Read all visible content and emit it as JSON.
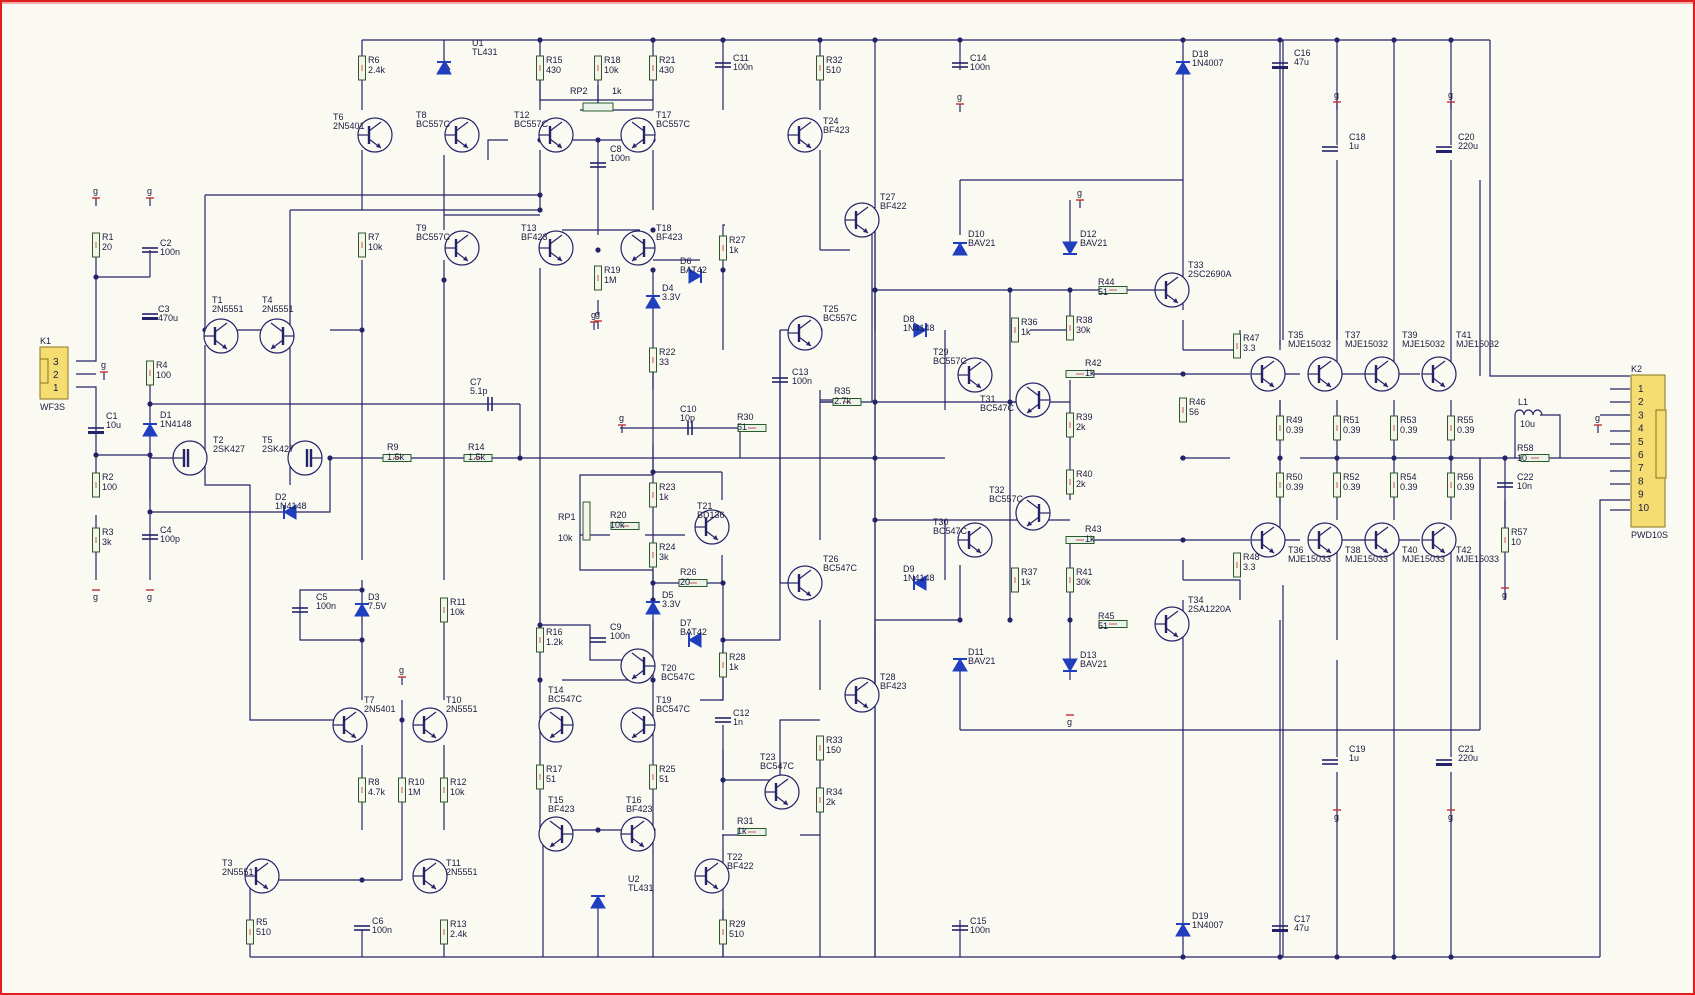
{
  "border_color": "#e02020",
  "wire_color": "#23236a",
  "diode_color": "#1f3fbf",
  "connectors": {
    "k1": {
      "ref": "K1",
      "type": "WF3S",
      "pins": [
        "3",
        "2",
        "1"
      ]
    },
    "k2": {
      "ref": "K2",
      "type": "PWD10S",
      "pins": [
        "1",
        "2",
        "3",
        "4",
        "5",
        "6",
        "7",
        "8",
        "9",
        "10"
      ]
    }
  },
  "ground_label": "g",
  "resistors": [
    {
      "ref": "R1",
      "value": "20"
    },
    {
      "ref": "R2",
      "value": "100"
    },
    {
      "ref": "R3",
      "value": "3k"
    },
    {
      "ref": "R4",
      "value": "100"
    },
    {
      "ref": "R5",
      "value": "510"
    },
    {
      "ref": "R6",
      "value": "2.4k"
    },
    {
      "ref": "R7",
      "value": "10k"
    },
    {
      "ref": "R8",
      "value": "4.7k"
    },
    {
      "ref": "R9",
      "value": "1.5k"
    },
    {
      "ref": "R10",
      "value": "1M"
    },
    {
      "ref": "R11",
      "value": "10k"
    },
    {
      "ref": "R12",
      "value": "10k"
    },
    {
      "ref": "R13",
      "value": "2.4k"
    },
    {
      "ref": "R14",
      "value": "1.5k"
    },
    {
      "ref": "R15",
      "value": "430"
    },
    {
      "ref": "R16",
      "value": "1.2k"
    },
    {
      "ref": "R17",
      "value": "51"
    },
    {
      "ref": "R18",
      "value": "10k"
    },
    {
      "ref": "R19",
      "value": "1M"
    },
    {
      "ref": "R20",
      "value": "10k"
    },
    {
      "ref": "R21",
      "value": "430"
    },
    {
      "ref": "R22",
      "value": "33"
    },
    {
      "ref": "R23",
      "value": "1k"
    },
    {
      "ref": "R24",
      "value": "3k"
    },
    {
      "ref": "R25",
      "value": "51"
    },
    {
      "ref": "R26",
      "value": "20"
    },
    {
      "ref": "R27",
      "value": "1k"
    },
    {
      "ref": "R28",
      "value": "1k"
    },
    {
      "ref": "R29",
      "value": "510"
    },
    {
      "ref": "R30",
      "value": "51"
    },
    {
      "ref": "R31",
      "value": "1k"
    },
    {
      "ref": "R32",
      "value": "510"
    },
    {
      "ref": "R33",
      "value": "150"
    },
    {
      "ref": "R34",
      "value": "2k"
    },
    {
      "ref": "R35",
      "value": "2.7k"
    },
    {
      "ref": "R36",
      "value": "1k"
    },
    {
      "ref": "R37",
      "value": "1k"
    },
    {
      "ref": "R38",
      "value": "30k"
    },
    {
      "ref": "R39",
      "value": "2k"
    },
    {
      "ref": "R40",
      "value": "2k"
    },
    {
      "ref": "R41",
      "value": "30k"
    },
    {
      "ref": "R42",
      "value": "1k"
    },
    {
      "ref": "R43",
      "value": "1k"
    },
    {
      "ref": "R44",
      "value": "51"
    },
    {
      "ref": "R45",
      "value": "51"
    },
    {
      "ref": "R46",
      "value": "56"
    },
    {
      "ref": "R47",
      "value": "3.3"
    },
    {
      "ref": "R48",
      "value": "3.3"
    },
    {
      "ref": "R49",
      "value": "0.39"
    },
    {
      "ref": "R50",
      "value": "0.39"
    },
    {
      "ref": "R51",
      "value": "0.39"
    },
    {
      "ref": "R52",
      "value": "0.39"
    },
    {
      "ref": "R53",
      "value": "0.39"
    },
    {
      "ref": "R54",
      "value": "0.39"
    },
    {
      "ref": "R55",
      "value": "0.39"
    },
    {
      "ref": "R56",
      "value": "0.39"
    },
    {
      "ref": "R57",
      "value": "10"
    },
    {
      "ref": "R58",
      "value": "10"
    },
    {
      "ref": "RP1",
      "value": "10k"
    },
    {
      "ref": "RP2",
      "value": "1k"
    }
  ],
  "capacitors": [
    {
      "ref": "C1",
      "value": "10u"
    },
    {
      "ref": "C2",
      "value": "100n"
    },
    {
      "ref": "C3",
      "value": "470u"
    },
    {
      "ref": "C4",
      "value": "100p"
    },
    {
      "ref": "C5",
      "value": "100n"
    },
    {
      "ref": "C6",
      "value": "100n"
    },
    {
      "ref": "C7",
      "value": "5.1p"
    },
    {
      "ref": "C8",
      "value": "100n"
    },
    {
      "ref": "C9",
      "value": "100n"
    },
    {
      "ref": "C10",
      "value": "10p"
    },
    {
      "ref": "C11",
      "value": "100n"
    },
    {
      "ref": "C12",
      "value": "1n"
    },
    {
      "ref": "C13",
      "value": "100n"
    },
    {
      "ref": "C14",
      "value": "100n"
    },
    {
      "ref": "C15",
      "value": "100n"
    },
    {
      "ref": "C16",
      "value": "47u"
    },
    {
      "ref": "C17",
      "value": "47u"
    },
    {
      "ref": "C18",
      "value": "1u"
    },
    {
      "ref": "C19",
      "value": "1u"
    },
    {
      "ref": "C20",
      "value": "220u"
    },
    {
      "ref": "C21",
      "value": "220u"
    },
    {
      "ref": "C22",
      "value": "10n"
    }
  ],
  "diodes": [
    {
      "ref": "D1",
      "value": "1N4148"
    },
    {
      "ref": "D2",
      "value": "1N4148"
    },
    {
      "ref": "D3",
      "value": "7.5V"
    },
    {
      "ref": "D4",
      "value": "3.3V"
    },
    {
      "ref": "D5",
      "value": "3.3V"
    },
    {
      "ref": "D6",
      "value": "BAT42"
    },
    {
      "ref": "D7",
      "value": "BAT42"
    },
    {
      "ref": "D8",
      "value": "1N4148"
    },
    {
      "ref": "D9",
      "value": "1N4148"
    },
    {
      "ref": "D10",
      "value": "BAV21"
    },
    {
      "ref": "D11",
      "value": "BAV21"
    },
    {
      "ref": "D12",
      "value": "BAV21"
    },
    {
      "ref": "D13",
      "value": "BAV21"
    },
    {
      "ref": "D18",
      "value": "1N4007"
    },
    {
      "ref": "D19",
      "value": "1N4007"
    },
    {
      "ref": "U1",
      "value": "TL431"
    },
    {
      "ref": "U2",
      "value": "TL431"
    }
  ],
  "transistors": [
    {
      "ref": "T1",
      "value": "2N5551"
    },
    {
      "ref": "T2",
      "value": "2SK427"
    },
    {
      "ref": "T3",
      "value": "2N5551"
    },
    {
      "ref": "T4",
      "value": "2N5551"
    },
    {
      "ref": "T5",
      "value": "2SK427"
    },
    {
      "ref": "T6",
      "value": "2N5401"
    },
    {
      "ref": "T7",
      "value": "2N5401"
    },
    {
      "ref": "T8",
      "value": "BC557C"
    },
    {
      "ref": "T9",
      "value": "BC557C"
    },
    {
      "ref": "T10",
      "value": "2N5551"
    },
    {
      "ref": "T11",
      "value": "2N5551"
    },
    {
      "ref": "T12",
      "value": "BC557C"
    },
    {
      "ref": "T13",
      "value": "BF423"
    },
    {
      "ref": "T14",
      "value": "BC547C"
    },
    {
      "ref": "T15",
      "value": "BF423"
    },
    {
      "ref": "T16",
      "value": "BF423"
    },
    {
      "ref": "T17",
      "value": "BC557C"
    },
    {
      "ref": "T18",
      "value": "BF423"
    },
    {
      "ref": "T19",
      "value": "BC547C"
    },
    {
      "ref": "T20",
      "value": "BC547C"
    },
    {
      "ref": "T21",
      "value": "BD136"
    },
    {
      "ref": "T22",
      "value": "BF422"
    },
    {
      "ref": "T23",
      "value": "BC547C"
    },
    {
      "ref": "T24",
      "value": "BF423"
    },
    {
      "ref": "T25",
      "value": "BC557C"
    },
    {
      "ref": "T26",
      "value": "BC547C"
    },
    {
      "ref": "T27",
      "value": "BF422"
    },
    {
      "ref": "T28",
      "value": "BF423"
    },
    {
      "ref": "T29",
      "value": "BC557C"
    },
    {
      "ref": "T30",
      "value": "BC547C"
    },
    {
      "ref": "T31",
      "value": "BC547C"
    },
    {
      "ref": "T32",
      "value": "BC557C"
    },
    {
      "ref": "T33",
      "value": "2SC2690A"
    },
    {
      "ref": "T34",
      "value": "2SA1220A"
    },
    {
      "ref": "T35",
      "value": "MJE15032"
    },
    {
      "ref": "T36",
      "value": "MJE15033"
    },
    {
      "ref": "T37",
      "value": "MJE15032"
    },
    {
      "ref": "T38",
      "value": "MJE15033"
    },
    {
      "ref": "T39",
      "value": "MJE15032"
    },
    {
      "ref": "T40",
      "value": "MJE15033"
    },
    {
      "ref": "T41",
      "value": "MJE15032"
    },
    {
      "ref": "T42",
      "value": "MJE15033"
    }
  ],
  "inductors": [
    {
      "ref": "L1",
      "value": "10u"
    }
  ]
}
